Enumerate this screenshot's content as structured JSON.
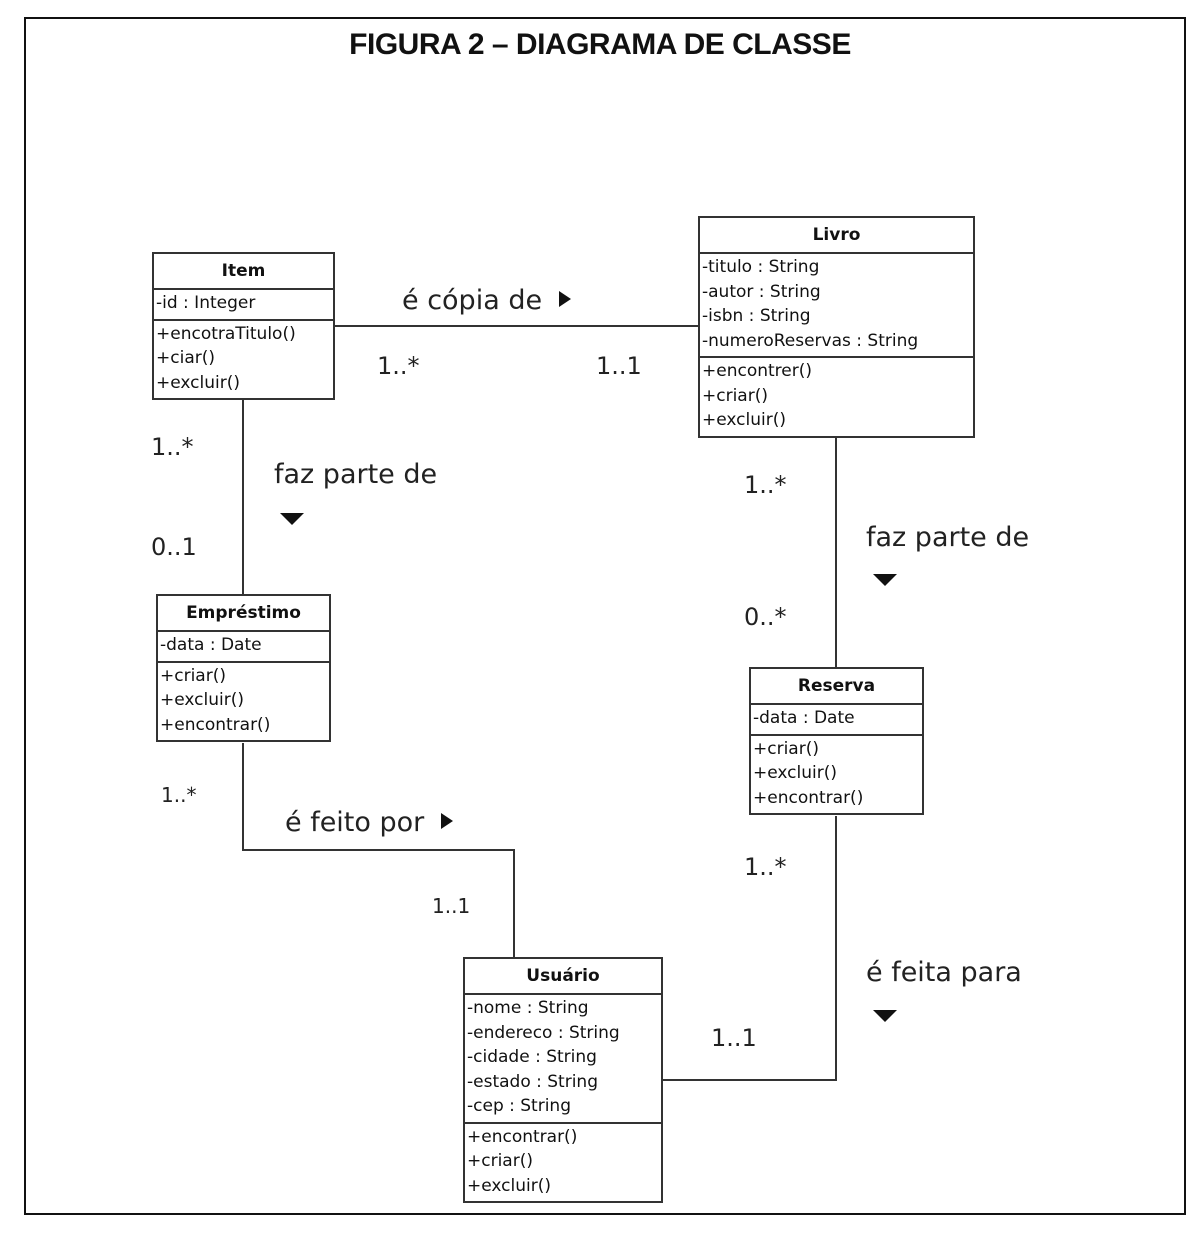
{
  "figure_title": "FIGURA 2 – DIAGRAMA DE CLASSE",
  "classes": {
    "item": {
      "name": "Item",
      "attributes": [
        "-id : Integer"
      ],
      "methods": [
        "+encotraTitulo()",
        "+ciar()",
        "+excluir()"
      ]
    },
    "livro": {
      "name": "Livro",
      "attributes": [
        "-titulo : String",
        "-autor : String",
        "-isbn : String",
        "-numeroReservas : String"
      ],
      "methods": [
        "+encontrer()",
        "+criar()",
        "+excluir()"
      ]
    },
    "emprestimo": {
      "name": "Empréstimo",
      "attributes": [
        "-data : Date"
      ],
      "methods": [
        "+criar()",
        "+excluir()",
        "+encontrar()"
      ]
    },
    "reserva": {
      "name": "Reserva",
      "attributes": [
        "-data : Date"
      ],
      "methods": [
        "+criar()",
        "+excluir()",
        "+encontrar()"
      ]
    },
    "usuario": {
      "name": "Usuário",
      "attributes": [
        "-nome : String",
        "-endereco : String",
        "-cidade : String",
        "-estado : String",
        "-cep : String"
      ],
      "methods": [
        "+encontrar()",
        "+criar()",
        "+excluir()"
      ]
    }
  },
  "associations": {
    "item_livro": {
      "label": "é cópia de",
      "direction": "right",
      "mult_item": "1..*",
      "mult_livro": "1..1"
    },
    "item_emprestimo": {
      "label": "faz parte de",
      "direction": "down",
      "mult_item": "1..*",
      "mult_emprestimo": "0..1"
    },
    "livro_reserva": {
      "label": "faz parte de",
      "direction": "down",
      "mult_livro": "1..*",
      "mult_reserva": "0..*"
    },
    "emprestimo_usuario": {
      "label": "é feito por",
      "direction": "right",
      "mult_emprestimo": "1..*",
      "mult_usuario": "1..1"
    },
    "reserva_usuario": {
      "label": "é feita para",
      "direction": "down",
      "mult_reserva": "1..*",
      "mult_usuario": "1..1"
    }
  },
  "colors": {
    "line": "#333333",
    "border": "#111111",
    "background": "#ffffff"
  }
}
